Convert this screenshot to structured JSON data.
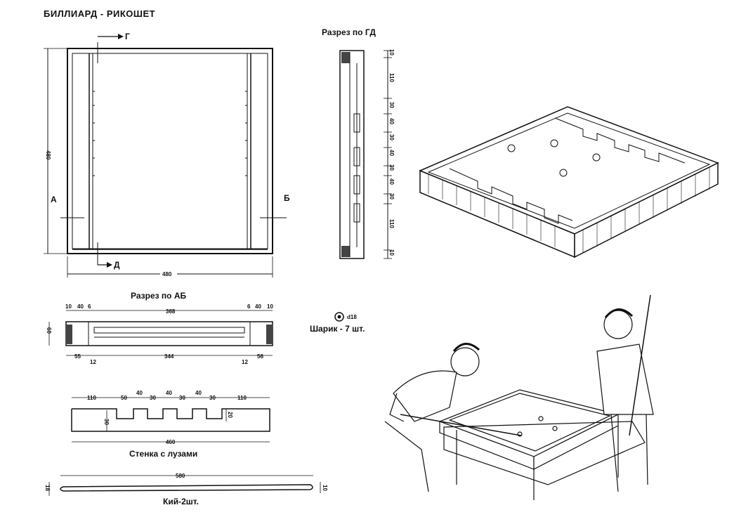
{
  "title": "БИЛЛИАРД - РИКОШЕТ",
  "plan": {
    "label_g": "Г",
    "label_d": "Д",
    "label_a": "А",
    "label_b": "Б",
    "dim_height": "480",
    "dim_width": "480"
  },
  "section_gd": {
    "caption": "Разрез по ГД",
    "dims": [
      "10",
      "110",
      "30",
      "40",
      "30",
      "40",
      "30",
      "40",
      "30",
      "110",
      "10"
    ]
  },
  "section_ab": {
    "caption": "Разрез по АБ",
    "top_dims": [
      "10",
      "40",
      "6",
      "368",
      "6",
      "40",
      "10"
    ],
    "bottom_dims": [
      "55",
      "12",
      "344",
      "12",
      "56"
    ],
    "height": "60"
  },
  "ball": {
    "dim": "d18",
    "caption": "Шарик - 7 шт."
  },
  "wall": {
    "caption": "Стенка с лузами",
    "top_dims": [
      "110",
      "50",
      "40",
      "30",
      "40",
      "30",
      "40",
      "30",
      "110"
    ],
    "side_dims": [
      "30",
      "20"
    ],
    "total": "460"
  },
  "cue": {
    "caption": "Кий-2шт.",
    "length": "580",
    "left": "18",
    "right": "10"
  }
}
